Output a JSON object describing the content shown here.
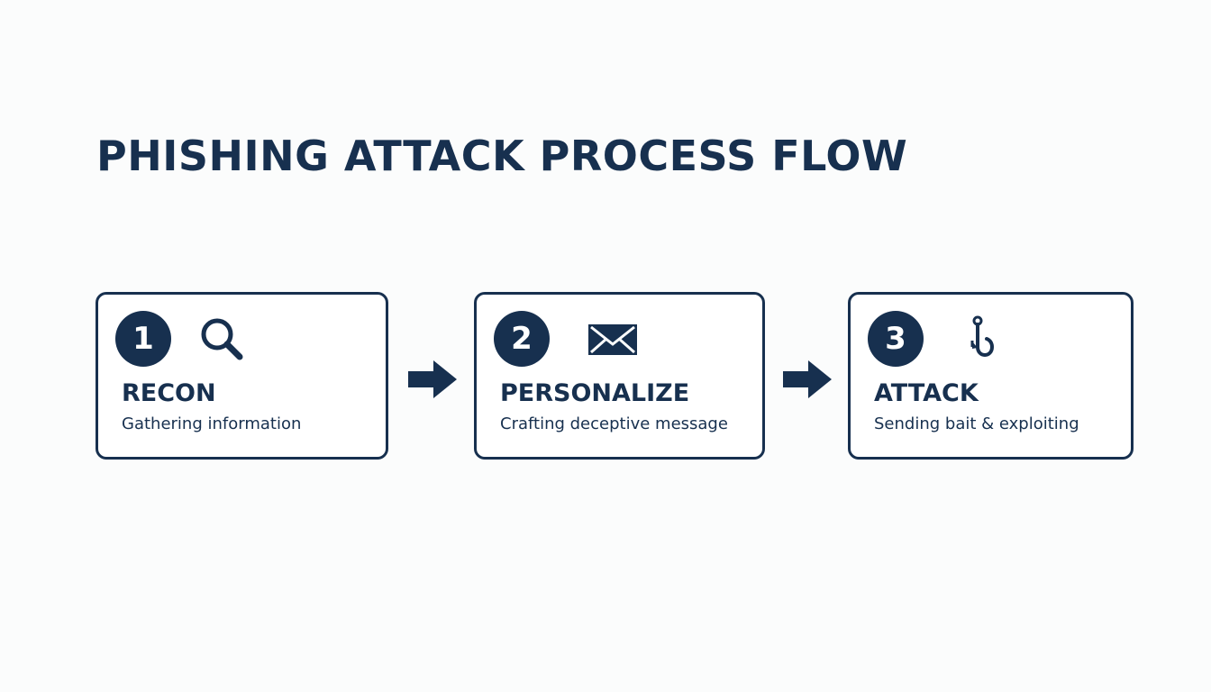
{
  "title": "PHISHING ATTACK PROCESS FLOW",
  "colors": {
    "primary": "#17304f",
    "background": "#fbfcfc",
    "card_background": "#ffffff"
  },
  "steps": [
    {
      "number": "1",
      "icon": "magnifying-glass-icon",
      "title": "RECON",
      "description": "Gathering information"
    },
    {
      "number": "2",
      "icon": "envelope-icon",
      "title": "PERSONALIZE",
      "description": "Crafting deceptive message"
    },
    {
      "number": "3",
      "icon": "fish-hook-icon",
      "title": "ATTACK",
      "description": "Sending bait & exploiting"
    }
  ]
}
